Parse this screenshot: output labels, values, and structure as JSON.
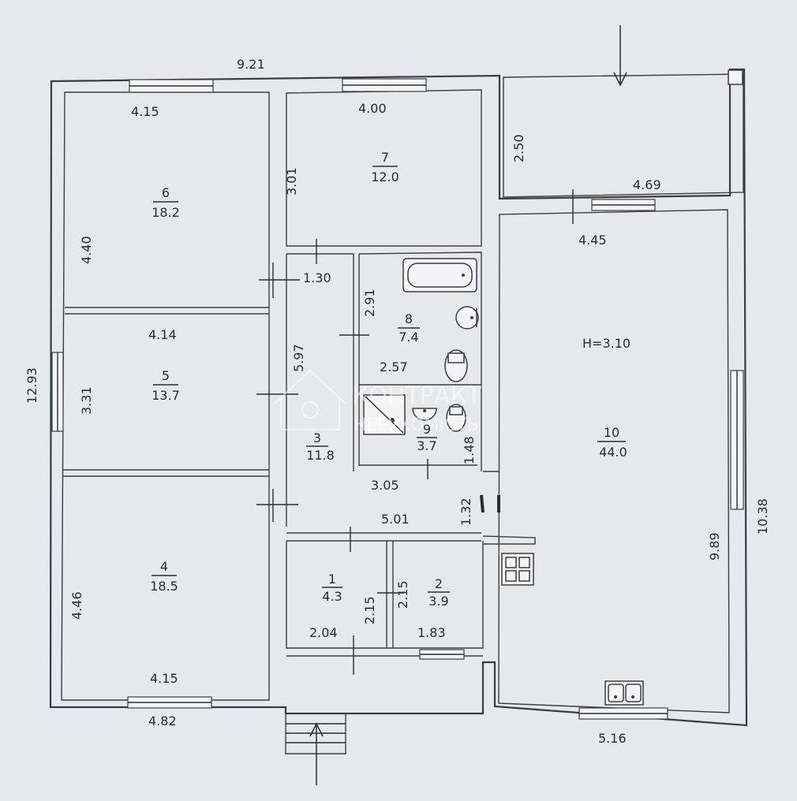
{
  "dimensions": {
    "overall_top": "9.21",
    "overall_left": "12.93",
    "overall_right": "10.38",
    "overall_bottom_left": "4.82",
    "overall_bottom_right": "5.16",
    "r6_top": "4.15",
    "r6_side": "4.40",
    "r5_top": "4.14",
    "r5_side": "3.31",
    "r4_side": "4.46",
    "r4_bottom": "4.15",
    "r7_top": "4.00",
    "r7_side": "3.01",
    "porch_side": "2.50",
    "porch_width": "4.69",
    "r10_top": "4.45",
    "r10_side": "9.89",
    "corridor_width": "1.30",
    "corridor_length": "5.97",
    "r8_side": "2.91",
    "r8_width": "2.57",
    "r9_side": "1.48",
    "hall_width": "3.05",
    "hall_length": "5.01",
    "hall_side": "1.32",
    "r1_side": "2.15",
    "r1_width": "2.04",
    "r2_side": "2.15",
    "r2_width": "1.83"
  },
  "rooms": [
    {
      "number": "6",
      "area": "18.2"
    },
    {
      "number": "5",
      "area": "13.7"
    },
    {
      "number": "4",
      "area": "18.5"
    },
    {
      "number": "7",
      "area": "12.0"
    },
    {
      "number": "8",
      "area": "7.4"
    },
    {
      "number": "9",
      "area": "3.7"
    },
    {
      "number": "3",
      "area": "11.8"
    },
    {
      "number": "1",
      "area": "4.3"
    },
    {
      "number": "2",
      "area": "3.9"
    },
    {
      "number": "10",
      "area": "44.0"
    }
  ],
  "ceiling_height": "H=3.10",
  "watermark": {
    "line1": "КОНТРАКТ",
    "line2": "НЕРУХОМІСТЬ"
  },
  "icons": [
    "bathtub-icon",
    "sink-icon",
    "toilet-icon",
    "shower-tray-icon",
    "stove-icon",
    "kitchen-sink-icon",
    "entrance-arrow-icon"
  ]
}
